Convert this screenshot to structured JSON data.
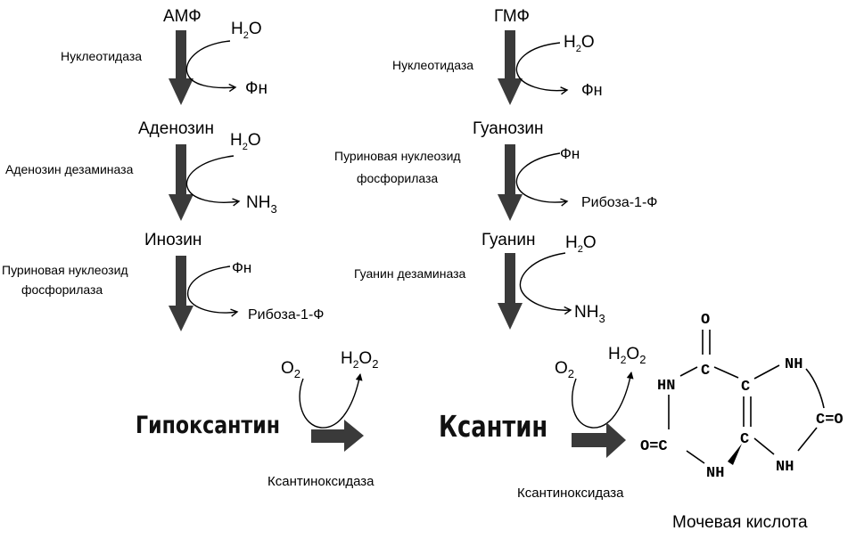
{
  "left": {
    "compounds": {
      "amp": "АМФ",
      "adenosine": "Аденозин",
      "inosine": "Инозин",
      "hypoxanthine": "Гипоксантин"
    },
    "enzymes": {
      "nucleotidase": "Нуклеотидаза",
      "adenosine_deaminase": "Аденозин дезаминаза",
      "pnp_line1": "Пуриновая  нуклеозид",
      "pnp_line2": "фосфорилаза"
    },
    "side": {
      "h2o_1": "H",
      "h2o_1_sub": "2",
      "h2o_1_o": "O",
      "pn_1": "Фн",
      "h2o_2": "H",
      "h2o_2_sub": "2",
      "h2o_2_o": "O",
      "nh3": "NH",
      "nh3_sub": "3",
      "pn_2": "Фн",
      "ribose": "Рибоза-1-Ф"
    }
  },
  "right": {
    "compounds": {
      "gmp": "ГМФ",
      "guanosine": "Гуанозин",
      "guanine": "Гуанин",
      "xanthine": "Ксантин",
      "uric_acid": "Мочевая кислота"
    },
    "enzymes": {
      "nucleotidase": "Нуклеотидаза",
      "pnp_line1": "Пуриновая  нуклеозид",
      "pnp_line2": "фосфорилаза",
      "guanine_deaminase": "Гуанин дезаминаза"
    },
    "side": {
      "h2o_1": "H",
      "h2o_1_sub": "2",
      "h2o_1_o": "O",
      "pn_1": "Фн",
      "pn_2": "Фн",
      "ribose": "Рибоза-1-Ф",
      "h2o_2": "H",
      "h2o_2_sub": "2",
      "h2o_2_o": "O",
      "nh3": "NH",
      "nh3_sub": "3"
    }
  },
  "oxidation": {
    "o2_a": "O",
    "o2_a_sub": "2",
    "h2o2_a": "H",
    "h2o2_a_sub1": "2",
    "h2o2_a_o": "O",
    "h2o2_a_sub2": "2",
    "enzyme_a": "Ксантиноксидаза",
    "o2_b": "O",
    "o2_b_sub": "2",
    "h2o2_b": "H",
    "h2o2_b_sub1": "2",
    "h2o2_b_o": "O",
    "h2o2_b_sub2": "2",
    "enzyme_b": "Ксантиноксидаза"
  },
  "structure": {
    "o_top": "O",
    "c_top": "C",
    "hn": "HN",
    "c1": "C",
    "c2": "C",
    "nh_right": "NH",
    "c_eq_o": "C=O",
    "o_eq_c": "O=C",
    "nh_bottom": "NH",
    "nh_bottom_right": "NH"
  }
}
